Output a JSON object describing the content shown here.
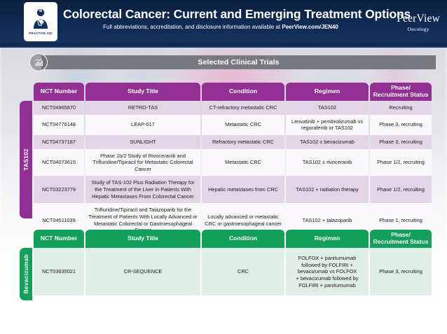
{
  "header": {
    "badge": {
      "label": "PRACTICE AID",
      "icon": "doctor-icon"
    },
    "title": "Colorectal Cancer: Current and Emerging Treatment Options",
    "subtitle_prefix": "Full abbreviations, accreditation, and disclosure information available at ",
    "subtitle_link": "PeerView.com/JEN40",
    "brand": {
      "name": "PeerView",
      "specialty": "Oncology"
    }
  },
  "banner": {
    "icon": "bar-chart-icon",
    "title": "Selected Clinical Trials"
  },
  "colors": {
    "navy": "#0f2950",
    "purple": "#933093",
    "green": "#12a05a",
    "banner_gray": "#77797e",
    "row_purple_alt": "#e3d4e8",
    "row_green": "#e0efe5"
  },
  "columns": [
    "NCT Number",
    "Study Title",
    "Condition",
    "Regimen",
    "Phase/\nRecruitment Status"
  ],
  "sections": [
    {
      "id": "tas102",
      "label": "TAS102",
      "accent": "#933093",
      "headers": {
        "nct": "NCT Number",
        "title": "Study Title",
        "condition": "Condition",
        "regimen": "Regimen",
        "phase_line1": "Phase/",
        "phase_line2": "Recruitment Status"
      },
      "rows": [
        {
          "nct": "NCT04965870",
          "title": "RETRO-TAS",
          "condition": "CT-refractory metastatic CRC",
          "regimen": "TAS102",
          "phase": "Recruiting"
        },
        {
          "nct": "NCT04776148",
          "title": "LEAP-017",
          "condition": "Metastatic CRC",
          "regimen": "Lenvatinib + pembrolizumab vs regorafenib or TAS102",
          "phase": "Phase 3, recruiting"
        },
        {
          "nct": "NCT04737187",
          "title": "SUNLIGHT",
          "condition": "Refractory metastatic CRC",
          "regimen": "TAS102 ± bevacizumab",
          "phase": "Phase 3, recruiting"
        },
        {
          "nct": "NCT04073615",
          "title": "Phase 1b/2 Study of Rivoceranib and Trifluridine/Tipiracil for Metastatic Colorectal Cancer",
          "condition": "Metastatic CRC",
          "regimen": "TAS102 ± rivoceranib",
          "phase": "Phase 1/2, recruiting"
        },
        {
          "nct": "NCT03223779",
          "title": "Study of TAS-102 Plus Radiation Therapy for the Treatment of the Liver in Patients With Hepatic Metastases From Colorectal Cancer",
          "condition": "Hepatic metastases from CRC",
          "regimen": "TAS102 + radiation therapy",
          "phase": "Phase 1/2, recruiting"
        },
        {
          "nct": "NCT04511039",
          "title": "Trifluridine/Tipiracil and Talazoparib for the Treatment of Patients With Locally Advanced or Metastatic Colorectal or Gastroesophageal Cancer",
          "condition": "Locally advanced or metastatic CRC or gastroesophageal cancer",
          "regimen": "TAS102 + talazoparib",
          "phase": "Phase 1, recruiting"
        }
      ]
    },
    {
      "id": "bevacizumab",
      "label": "Bevacizumab",
      "accent": "#12a05a",
      "headers": {
        "nct": "NCT Number",
        "title": "Study Title",
        "condition": "Condition",
        "regimen": "Regimen",
        "phase_line1": "Phase/",
        "phase_line2": "Recruitment Status"
      },
      "rows": [
        {
          "nct": "NCT03635021",
          "title": "CR-SEQUENCE",
          "condition": "CRC",
          "regimen": "FOLFOX + panitumumab followed by FOLFIRI + bevacizumab vs FOLFOX + bevacizumab followed by FOLFIRI + panitumumab",
          "phase": "Phase 3, recruiting"
        }
      ]
    }
  ]
}
